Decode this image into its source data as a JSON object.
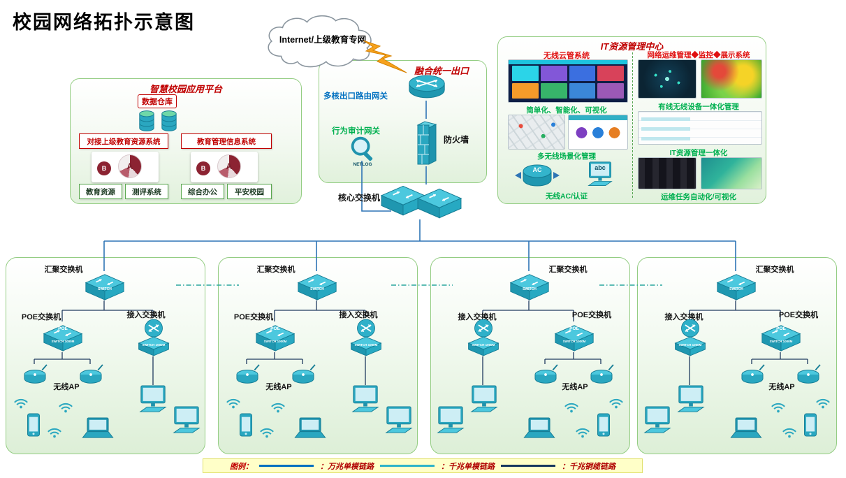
{
  "title": "校园网络拓扑示意图",
  "cloud": {
    "label": "Internet/上级教育专网"
  },
  "egress": {
    "title": "融合统一出口",
    "router_label": "多核出口路由网关",
    "audit_label": "行为审计网关",
    "netlog_label": "NETLOG",
    "firewall_label": "防火墙"
  },
  "platform": {
    "title": "智慧校园应用平台",
    "warehouse_label": "数据仓库",
    "left_system": "对接上级教育资源系统",
    "right_system": "教育管理信息系统",
    "pie_a": "A",
    "pie_b": "B",
    "apps": [
      "教育资源",
      "测评系统",
      "综合办公",
      "平安校园"
    ]
  },
  "it_center": {
    "title": "IT资源管理中心",
    "left": {
      "heading": "无线云管系统",
      "caption1": "简单化、智能化、可视化",
      "caption2": "多无线场景化管理",
      "caption3": "无线AC/认证",
      "ac_label": "AC",
      "abc_label": "abc"
    },
    "right": {
      "heading": "网络运维管理◆监控◆展示系统",
      "caption1": "有线无线设备一体化管理",
      "caption2": "IT资源管理一体化",
      "caption3": "运维任务自动化/可视化"
    }
  },
  "core_switch_label": "核心交换机",
  "clusters": [
    {
      "agg_label": "汇聚交换机",
      "poe_label": "POE交换机",
      "access_label": "接入交换机",
      "ap_label": "无线AP"
    },
    {
      "agg_label": "汇聚交换机",
      "poe_label": "POE交换机",
      "access_label": "接入交换机",
      "ap_label": "无线AP"
    },
    {
      "agg_label": "汇聚交换机",
      "poe_label": "POE交换机",
      "access_label": "接入交换机",
      "ap_label": "无线AP"
    },
    {
      "agg_label": "汇聚交换机",
      "poe_label": "POE交换机",
      "access_label": "接入交换机",
      "ap_label": "无线AP"
    }
  ],
  "device_micro": {
    "switch": "SWITCH",
    "poe": "POE",
    "speed": "SWITCH 1000M"
  },
  "legend": {
    "title": "图例：",
    "items": [
      {
        "label": "：万兆单模链路",
        "color": "#0070c0"
      },
      {
        "label": "：千兆单模链路",
        "color": "#2fb3c9"
      },
      {
        "label": "：千兆铜缆链路",
        "color": "#17375e"
      }
    ]
  },
  "palette": {
    "device_teal": "#2aa7c0",
    "box_border_green": "#94cd83",
    "heading_red": "#c00000",
    "caption_green": "#00b050",
    "link_blue": "#2e74b5",
    "link_dark": "#1f3a5f",
    "legend_bg": "#ffffc8"
  }
}
